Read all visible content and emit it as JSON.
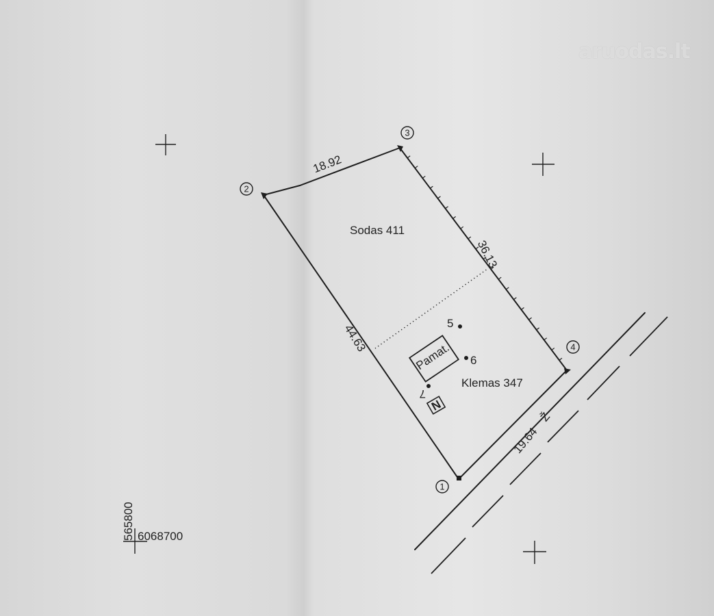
{
  "watermark": "aruodas.lt",
  "points": [
    "1",
    "2",
    "3",
    "4"
  ],
  "vertices": [
    "5",
    "6",
    "7"
  ],
  "edges": {
    "top": "18.92",
    "right": "36.13",
    "left": "44.63",
    "bottom": "19.64",
    "bottom_suffix": "Ž"
  },
  "zones": {
    "upper": "Sodas 411",
    "lower": "Klemas 347"
  },
  "building": "Pamat.",
  "symbol": "N",
  "coordinates": {
    "x": "565800",
    "y": "6068700"
  },
  "colors": {
    "ink": "#1e1e1e",
    "paper": "#e2e2e2"
  }
}
